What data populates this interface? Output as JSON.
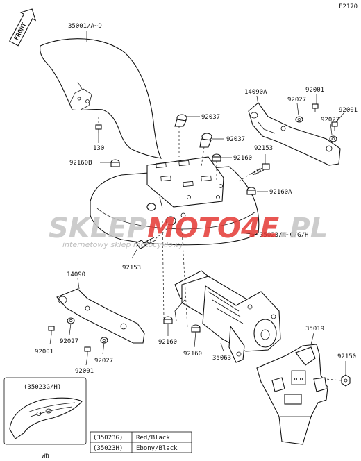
{
  "diagram_code": "F2170",
  "front_label": "FRONT",
  "callouts": {
    "p35001": "35001/A~D",
    "p130": "130",
    "p92160B": "92160B",
    "p92037a": "92037",
    "p92037b": "92037",
    "p92160": "92160",
    "p92153a": "92153",
    "p92160A": "92160A",
    "p14090A": "14090A",
    "p92001a": "92001",
    "p92027a": "92027",
    "p92001b": "92001",
    "p92027b": "92027",
    "p35023": "35023/A~C/G/H",
    "p92153b": "92153",
    "p14090": "14090",
    "p92027c": "92027",
    "p92001c": "92001",
    "p92027d": "92027",
    "p92001d": "92001",
    "p92160c": "92160",
    "p92160d": "92160",
    "p35063": "35063",
    "p35019": "35019",
    "p92150": "92150"
  },
  "inset": {
    "title": "(35023G/H)",
    "caption": "WD"
  },
  "color_table": [
    {
      "code": "(35023G)",
      "color": "Red/Black"
    },
    {
      "code": "(35023H)",
      "color": "Ebony/Black"
    }
  ],
  "watermark": {
    "part1": "SKLEP",
    "part2": "MOTO",
    "part3": "4E",
    "part4": ".PL",
    "tagline": "internetowy sklep motocyklowy",
    "grey_color": "#c4c4c4",
    "red_color": "#e53935"
  }
}
